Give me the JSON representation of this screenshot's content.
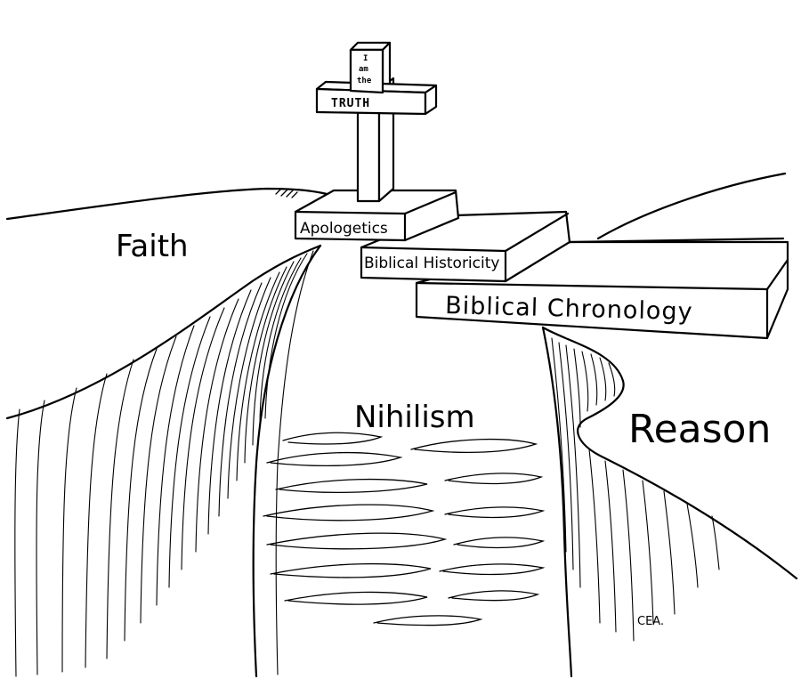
{
  "regions": {
    "left": "Faith",
    "right": "Reason",
    "chasm": "Nihilism"
  },
  "cross": {
    "line1": "I",
    "line2": "am",
    "line3": "the",
    "crossbar": "TRUTH"
  },
  "planks": {
    "top": "Apologetics",
    "middle": "Biblical Historicity",
    "bottom": "Biblical Chronology"
  },
  "signature": "CEA."
}
